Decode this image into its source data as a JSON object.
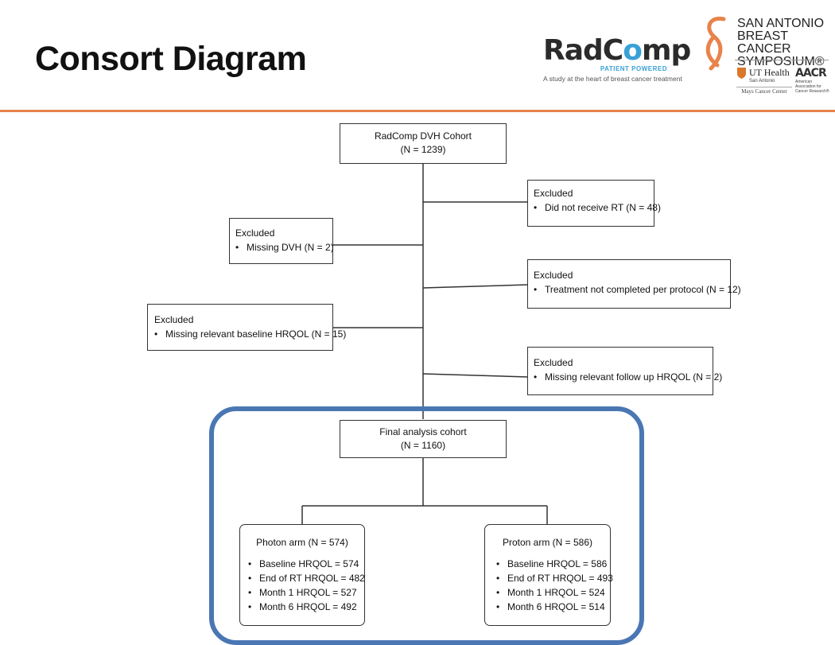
{
  "header": {
    "title": "Consort Diagram",
    "radcomp": {
      "name_part1": "RadC",
      "name_o": "o",
      "name_part2": "mp",
      "subtitle": "PATIENT POWERED",
      "tagline": "A study at the heart of breast cancer treatment"
    },
    "sabcs": {
      "line1": "SAN ANTONIO",
      "line2": "BREAST CANCER",
      "line3": "SYMPOSIUM®",
      "uthealth": "UT Health",
      "uthealth_sub": "San Antonio",
      "mays": "Mays Cancer Center",
      "aacr": "AACR",
      "aacr_sub": "American Association for Cancer Research®"
    }
  },
  "colors": {
    "accent_rule": "#e8834b",
    "cohort_frame": "#4a77b3",
    "radcomp_blue": "#3aa0d6",
    "sabcs_orange": "#e8834b"
  },
  "diagram": {
    "start": {
      "label": "RadComp DVH Cohort",
      "n": "(N = 1239)"
    },
    "exclusions": [
      {
        "heading": "Excluded",
        "reason": "Did not receive RT (N = 48)"
      },
      {
        "heading": "Excluded",
        "reason": "Missing DVH (N = 2)"
      },
      {
        "heading": "Excluded",
        "reason": "Treatment not completed per protocol (N = 12)"
      },
      {
        "heading": "Excluded",
        "reason": "Missing relevant baseline HRQOL (N = 15)"
      },
      {
        "heading": "Excluded",
        "reason": "Missing relevant follow up HRQOL  (N = 2)"
      }
    ],
    "final": {
      "label": "Final analysis cohort",
      "n": "(N = 1160)"
    },
    "arms": [
      {
        "title": "Photon arm (N = 574)",
        "items": [
          "Baseline HRQOL  = 574",
          "End of RT HRQOL = 482",
          "Month 1 HRQOL = 527",
          "Month 6 HRQOL = 492"
        ]
      },
      {
        "title": "Proton arm (N = 586)",
        "items": [
          "Baseline HRQOL = 586",
          "End of RT HRQOL = 493",
          "Month 1 HRQOL = 524",
          "Month 6 HRQOL = 514"
        ]
      }
    ]
  }
}
